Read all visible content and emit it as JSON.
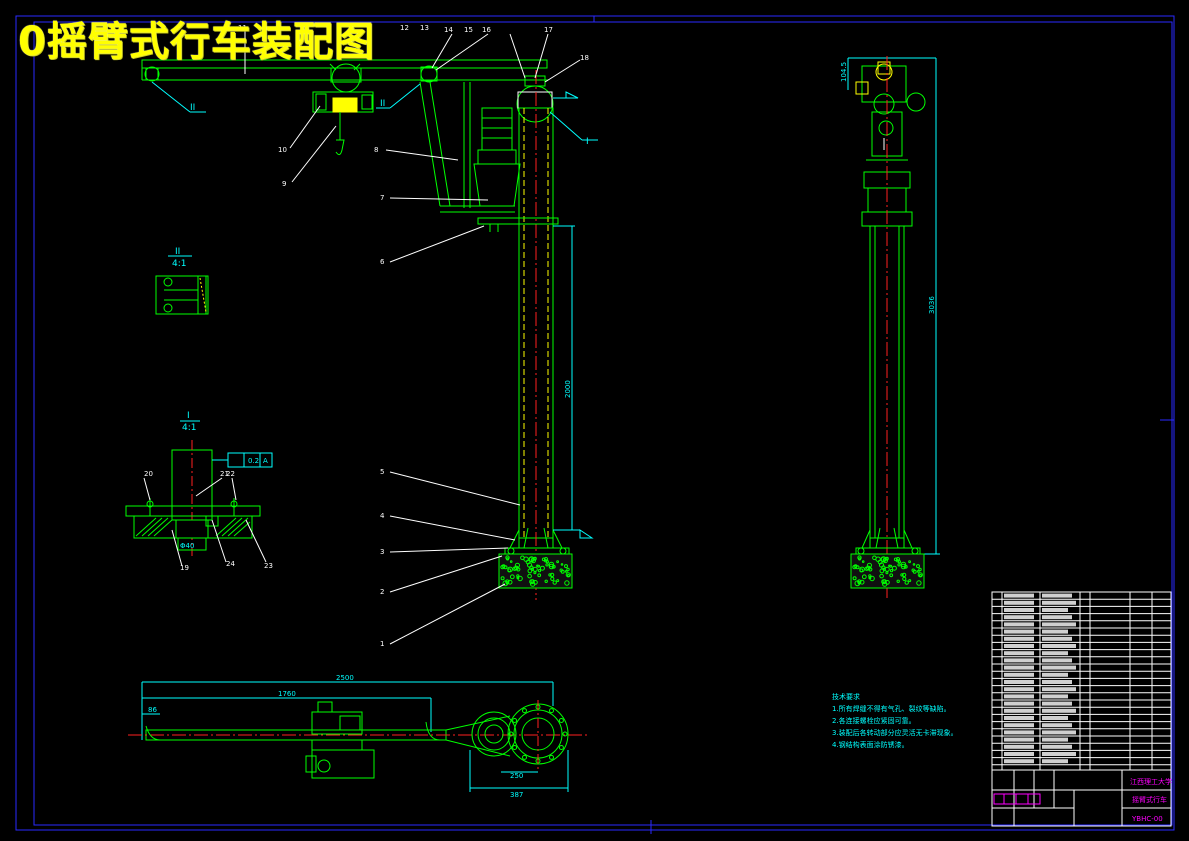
{
  "title": "0摇臂式行车装配图",
  "colors": {
    "background": "#000000",
    "frame": "#2020ff",
    "part": "#00ff00",
    "dimension": "#00ffff",
    "centerline": "#ff2020",
    "leader": "#ffffff",
    "hoist": "#ffff00",
    "magenta": "#ff00ff"
  },
  "part_labels": [
    "1",
    "2",
    "3",
    "4",
    "5",
    "6",
    "7",
    "8",
    "9",
    "10",
    "11",
    "12",
    "13",
    "14",
    "15"
  ],
  "callout_top": [
    "16",
    "17",
    "18"
  ],
  "section_marks": {
    "ii_left": "II",
    "ii_right": "II",
    "i_right": "I"
  },
  "detail_ii": {
    "label": "II",
    "scale": "4:1"
  },
  "detail_i": {
    "label": "I",
    "scale": "4:1",
    "tolerance": "0.2",
    "datum": "A",
    "parts": [
      "20",
      "21",
      "22",
      "23",
      "24",
      "19"
    ],
    "dim": "Φ40"
  },
  "dims": {
    "column_height": "2000",
    "side_height": "3036",
    "top_small": "104.5",
    "plan_total": "2500",
    "plan_inner": "1760",
    "plan_left": "86",
    "plan_r1": "250",
    "plan_r2": "387"
  },
  "notes": {
    "heading": "技术要求",
    "items": [
      "1.所有焊缝不得有气孔、裂纹等缺陷。",
      "2.各连接螺栓应紧固可靠。",
      "3.装配后各转动部分应灵活无卡滞现象。",
      "4.钢结构表面涂防锈漆。"
    ]
  },
  "title_block": {
    "school": "江西理工大学",
    "drawing_name": "摇臂式行车",
    "drawing_no": "YBHC-00"
  }
}
